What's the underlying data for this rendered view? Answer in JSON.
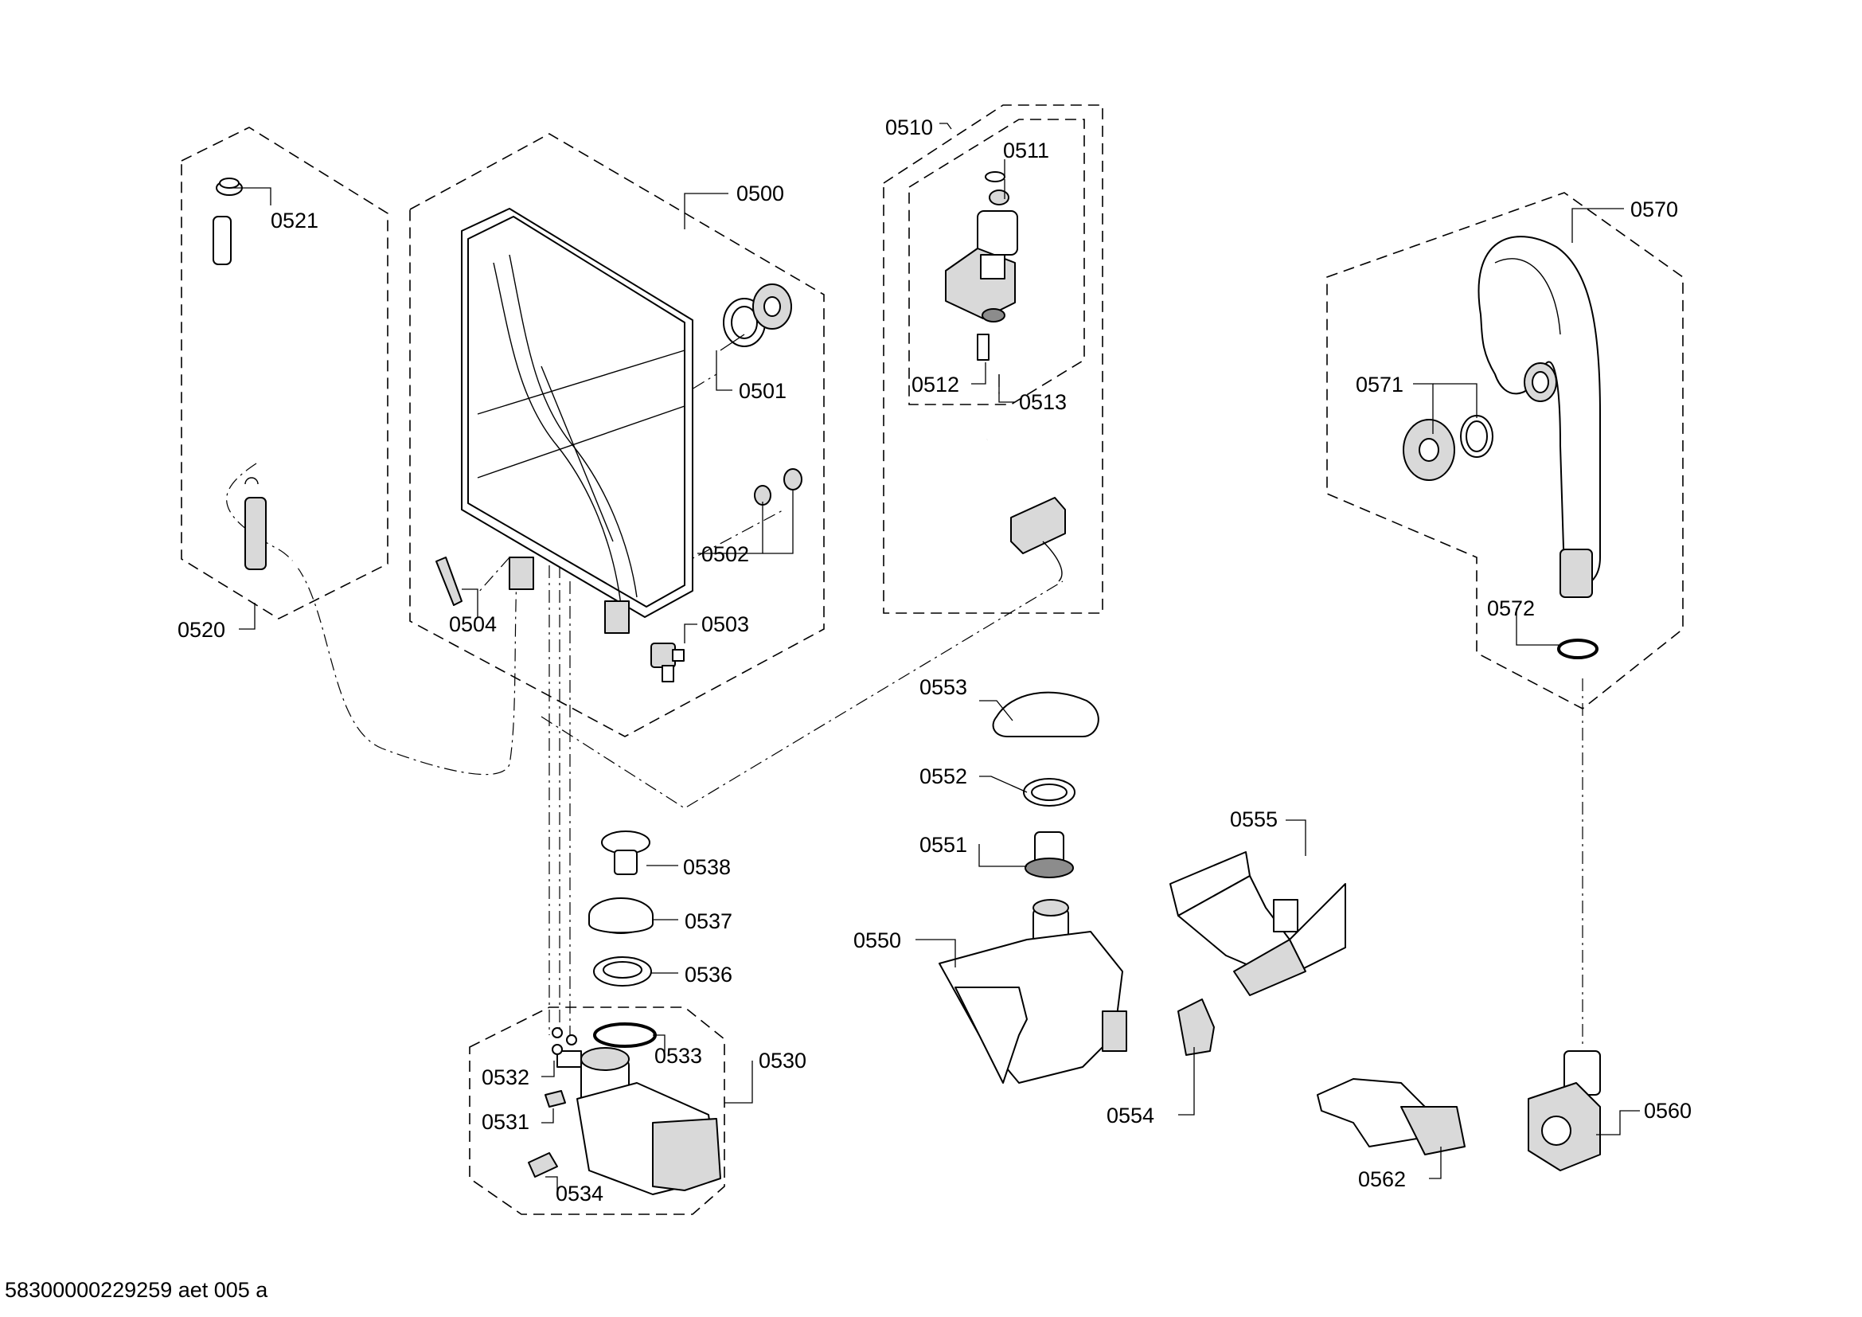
{
  "footer_code": "58300000229259 aet 005 a",
  "callouts": [
    {
      "id": "0500",
      "label": "0500"
    },
    {
      "id": "0501",
      "label": "0501"
    },
    {
      "id": "0502",
      "label": "0502"
    },
    {
      "id": "0503",
      "label": "0503"
    },
    {
      "id": "0504",
      "label": "0504"
    },
    {
      "id": "0510",
      "label": "0510"
    },
    {
      "id": "0511",
      "label": "0511"
    },
    {
      "id": "0512",
      "label": "0512"
    },
    {
      "id": "0513",
      "label": "0513"
    },
    {
      "id": "0520",
      "label": "0520"
    },
    {
      "id": "0521",
      "label": "0521"
    },
    {
      "id": "0530",
      "label": "0530"
    },
    {
      "id": "0531",
      "label": "0531"
    },
    {
      "id": "0532",
      "label": "0532"
    },
    {
      "id": "0533",
      "label": "0533"
    },
    {
      "id": "0534",
      "label": "0534"
    },
    {
      "id": "0536",
      "label": "0536"
    },
    {
      "id": "0537",
      "label": "0537"
    },
    {
      "id": "0538",
      "label": "0538"
    },
    {
      "id": "0550",
      "label": "0550"
    },
    {
      "id": "0551",
      "label": "0551"
    },
    {
      "id": "0552",
      "label": "0552"
    },
    {
      "id": "0553",
      "label": "0553"
    },
    {
      "id": "0554",
      "label": "0554"
    },
    {
      "id": "0555",
      "label": "0555"
    },
    {
      "id": "0560",
      "label": "0560"
    },
    {
      "id": "0562",
      "label": "0562"
    },
    {
      "id": "0570",
      "label": "0570"
    },
    {
      "id": "0571",
      "label": "0571"
    },
    {
      "id": "0572",
      "label": "0572"
    }
  ]
}
